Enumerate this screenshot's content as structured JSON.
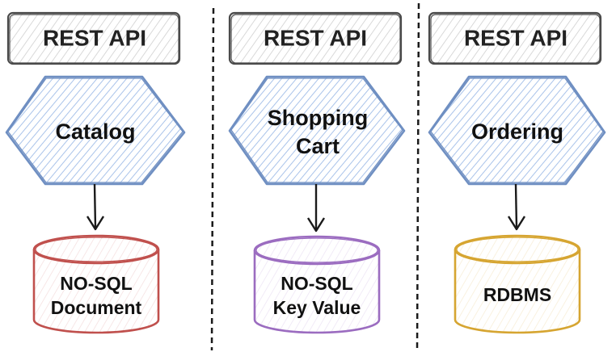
{
  "columns": [
    {
      "id": "catalog",
      "api_label": "REST API",
      "service_label": [
        "Catalog"
      ],
      "db_label": [
        "NO-SQL",
        "Document"
      ]
    },
    {
      "id": "shopping-cart",
      "api_label": "REST API",
      "service_label": [
        "Shopping",
        "Cart"
      ],
      "db_label": [
        "NO-SQL",
        "Key Value"
      ]
    },
    {
      "id": "ordering",
      "api_label": "REST API",
      "service_label": [
        "Ordering"
      ],
      "db_label": [
        "RDBMS"
      ]
    }
  ],
  "colors": {
    "api_stroke": "#4a4a4a",
    "api_hatch": "#cfcfcf",
    "service_stroke": "#6f8fc2",
    "service_hatch": "#a9c3ea",
    "arrow": "#1a1a1a",
    "divider": "#1a1a1a",
    "db": [
      "#c0504d",
      "#9b6cc0",
      "#d6a531"
    ]
  }
}
